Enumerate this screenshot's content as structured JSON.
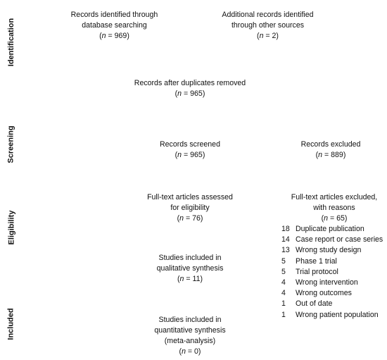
{
  "phases": {
    "identification": "Identification",
    "screening": "Screening",
    "eligibility": "Eligibility",
    "included": "Included"
  },
  "boxes": {
    "database": {
      "line1": "Records identified through",
      "line2": "database searching",
      "n_prefix": "(",
      "n_var": "n",
      "n_value": " = 969)"
    },
    "other_sources": {
      "line1": "Additional records identified",
      "line2": "through other sources",
      "n_prefix": "(",
      "n_var": "n",
      "n_value": " = 2)"
    },
    "after_duplicates": {
      "line1": "Records after duplicates removed",
      "n_prefix": "(",
      "n_var": "n",
      "n_value": " = 965)"
    },
    "screened": {
      "line1": "Records screened",
      "n_prefix": "(",
      "n_var": "n",
      "n_value": " = 965)"
    },
    "excluded": {
      "line1": "Records excluded",
      "n_prefix": "(",
      "n_var": "n",
      "n_value": " = 889)"
    },
    "fulltext_assessed": {
      "line1": "Full-text articles assessed",
      "line2": "for eligibility",
      "n_prefix": "(",
      "n_var": "n",
      "n_value": " = 76)"
    },
    "fulltext_excluded": {
      "line1": "Full-text articles excluded,",
      "line2": "with reasons",
      "n_prefix": "(",
      "n_var": "n",
      "n_value": " = 65)",
      "reasons": [
        {
          "count": "18",
          "label": "Duplicate publication"
        },
        {
          "count": "14",
          "label": "Case report or case series"
        },
        {
          "count": "13",
          "label": "Wrong study design"
        },
        {
          "count": "5",
          "label": "Phase 1 trial"
        },
        {
          "count": "5",
          "label": "Trial protocol"
        },
        {
          "count": "4",
          "label": "Wrong intervention"
        },
        {
          "count": "4",
          "label": "Wrong outcomes"
        },
        {
          "count": "1",
          "label": "Out of date"
        },
        {
          "count": "1",
          "label": "Wrong patient population"
        }
      ]
    },
    "qualitative": {
      "line1": "Studies included in",
      "line2": "qualitative synthesis",
      "n_prefix": "(",
      "n_var": "n",
      "n_value": " = 11)"
    },
    "quantitative": {
      "line1": "Studies included in",
      "line2": "quantitative synthesis",
      "line3": "(meta-analysis)",
      "n_prefix": "(",
      "n_var": "n",
      "n_value": " = 0)"
    }
  }
}
